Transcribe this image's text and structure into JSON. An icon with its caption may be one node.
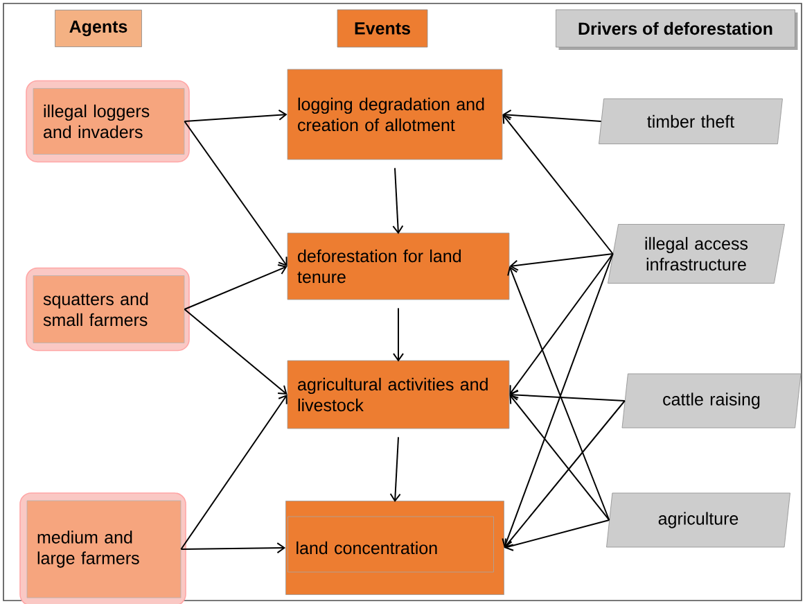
{
  "diagram": {
    "nodes": [
      {
        "text": [
          "Agents"
        ]
      },
      {
        "text": [
          "Events"
        ]
      },
      {
        "text": [
          "Drivers of deforestation"
        ]
      },
      {
        "text": [
          "illegal loggers and invaders"
        ]
      },
      {
        "text": [
          "squatters and small farmers"
        ]
      },
      {
        "text": [
          "medium and large farmers"
        ]
      },
      {
        "text": [
          "logging degradation and creation of allotment"
        ]
      },
      {
        "text": [
          "deforestation for land tenure"
        ]
      },
      {
        "text": [
          "agricultural activities and livestock"
        ]
      },
      {
        "text": [
          "land concentration"
        ]
      },
      {
        "text": [
          "timber theft"
        ]
      },
      {
        "text": [
          "illegal access infrastructure"
        ]
      },
      {
        "text": [
          "cattle raising"
        ]
      },
      {
        "text": [
          "agriculture"
        ]
      }
    ],
    "edges": [
      {
        "from": 3,
        "to": 6,
        "arrow": "to"
      },
      {
        "from": 3,
        "to": 7,
        "arrow": "to"
      },
      {
        "from": 4,
        "to": 7,
        "arrow": "to"
      },
      {
        "from": 4,
        "to": 8,
        "arrow": "to"
      },
      {
        "from": 5,
        "to": 8,
        "arrow": "to"
      },
      {
        "from": 5,
        "to": 9,
        "arrow": "to"
      },
      {
        "from": 6,
        "to": 7,
        "arrow": "to"
      },
      {
        "from": 7,
        "to": 8,
        "arrow": "to"
      },
      {
        "from": 8,
        "to": 9,
        "arrow": "to"
      },
      {
        "from": 10,
        "to": 6,
        "arrow": "to"
      },
      {
        "from": 11,
        "to": 6,
        "arrow": "to"
      },
      {
        "from": 11,
        "to": 7,
        "arrow": "to"
      },
      {
        "from": 11,
        "to": 8,
        "arrow": "to"
      },
      {
        "from": 11,
        "to": 9,
        "arrow": "to"
      },
      {
        "from": 12,
        "to": 8,
        "arrow": "to"
      },
      {
        "from": 12,
        "to": 9,
        "arrow": "to"
      },
      {
        "from": 13,
        "to": 7,
        "arrow": "to"
      },
      {
        "from": 13,
        "to": 8,
        "arrow": "to"
      },
      {
        "from": 13,
        "to": 9,
        "arrow": "to"
      }
    ]
  }
}
